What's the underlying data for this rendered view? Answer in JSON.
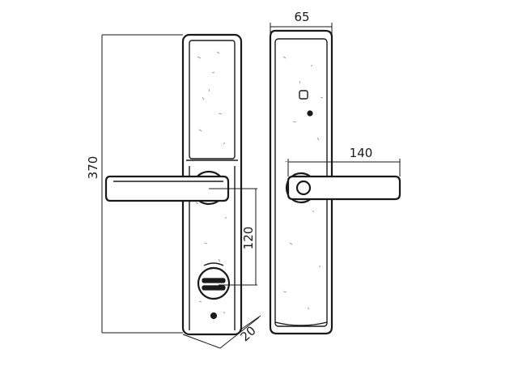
{
  "dimensions": {
    "total_height": "370",
    "width": "65",
    "handle_length": "140",
    "spindle_to_cylinder": "120",
    "thickness": "20"
  },
  "colors": {
    "line": "#1a1a1a",
    "background": "#ffffff",
    "texture": "#8a8a8a"
  }
}
